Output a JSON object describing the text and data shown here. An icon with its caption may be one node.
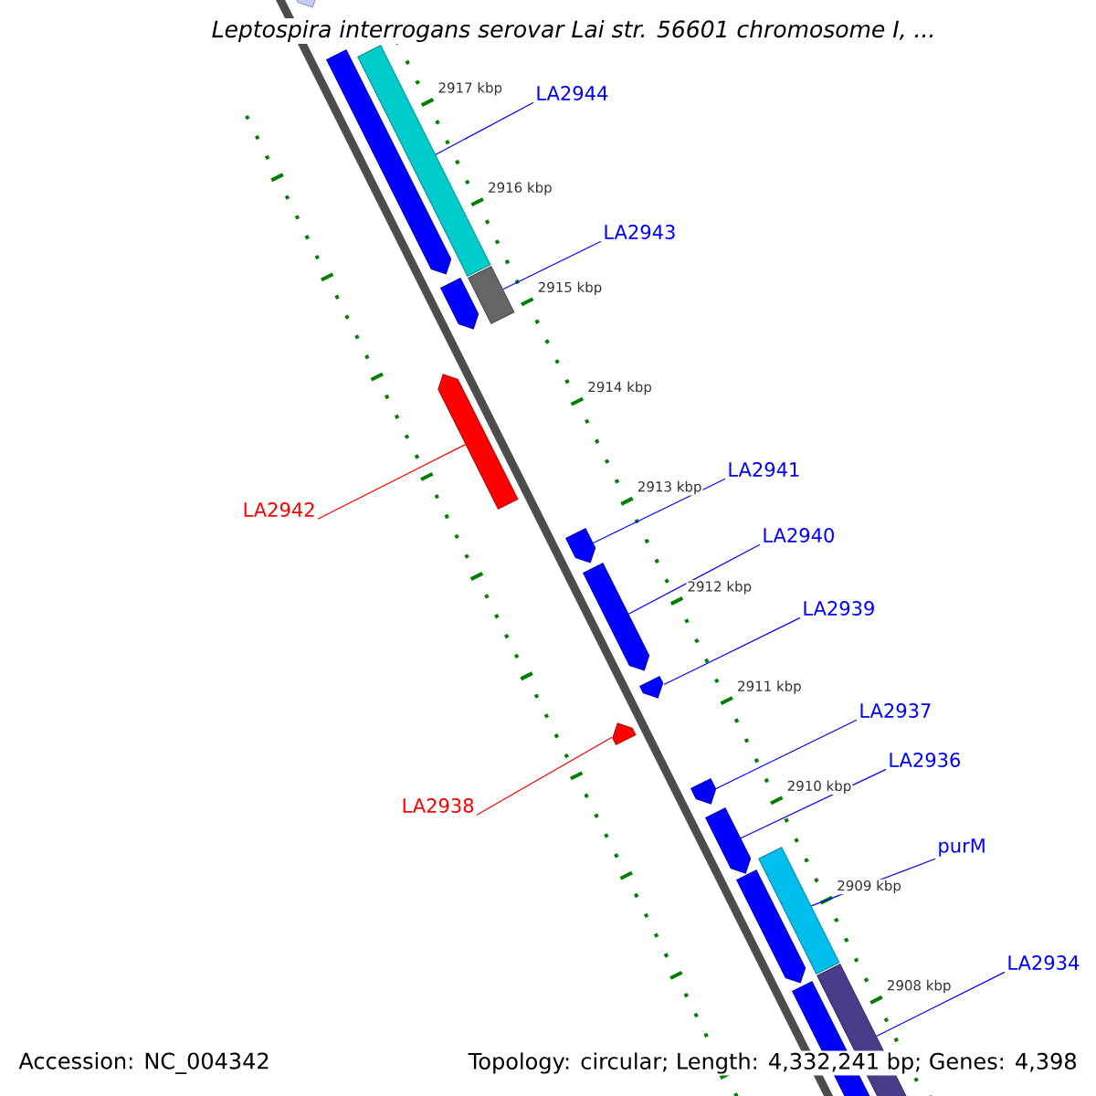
{
  "diagram": {
    "title": "*Leptospira interrogans* serovar Lai str. 56601 chromosome I, ...",
    "nodes": [
      {
        "text": [],
        "shape": "arrow"
      },
      {
        "text": [],
        "shape": "arrow"
      },
      {
        "text": [],
        "shape": "bar"
      },
      {
        "text": [
          "LA2944"
        ]
      },
      {
        "text": [
          "LA2943"
        ]
      },
      {
        "text": [],
        "shape": "bar"
      },
      {
        "text": [],
        "shape": "arrow"
      },
      {
        "text": [],
        "shape": "arrow"
      },
      {
        "text": [
          "LA2942"
        ]
      },
      {
        "text": [
          "LA2941"
        ]
      },
      {
        "text": [],
        "shape": "arrow"
      },
      {
        "text": [
          "LA2940"
        ]
      },
      {
        "text": [],
        "shape": "arrow"
      },
      {
        "text": [
          "LA2939"
        ]
      },
      {
        "text": [],
        "shape": "arrow"
      },
      {
        "text": [],
        "shape": "arrow"
      },
      {
        "text": [
          "LA2938"
        ]
      },
      {
        "text": [
          "LA2937"
        ]
      },
      {
        "text": [],
        "shape": "arrow"
      },
      {
        "text": [
          "LA2936"
        ]
      },
      {
        "text": [],
        "shape": "arrow"
      },
      {
        "text": [
          "purM"
        ]
      },
      {
        "text": [],
        "shape": "bar"
      },
      {
        "text": [],
        "shape": "arrow"
      },
      {
        "text": [
          "LA2934"
        ]
      },
      {
        "text": [],
        "shape": "bar"
      },
      {
        "text": [],
        "shape": "arrow"
      }
    ],
    "edges": [
      {
        "from": 3,
        "to": 2,
        "arrow": "none"
      },
      {
        "from": 4,
        "to": 5,
        "arrow": "none"
      },
      {
        "from": 8,
        "to": 7,
        "arrow": "none",
        "color": "#ff0000"
      },
      {
        "from": 9,
        "to": 10,
        "arrow": "none"
      },
      {
        "from": 11,
        "to": 12,
        "arrow": "none"
      },
      {
        "from": 13,
        "to": 14,
        "arrow": "none"
      },
      {
        "from": 16,
        "to": 15,
        "arrow": "none",
        "color": "#ff0000"
      },
      {
        "from": 17,
        "to": 18,
        "arrow": "none"
      },
      {
        "from": 19,
        "to": 20,
        "arrow": "none"
      },
      {
        "from": 21,
        "to": 22,
        "arrow": "none"
      },
      {
        "from": 24,
        "to": 25,
        "arrow": "none"
      }
    ],
    "labels": [
      "2917 kbp",
      "2916 kbp",
      "2915 kbp",
      "2914 kbp",
      "2913 kbp",
      "2912 kbp",
      "2911 kbp",
      "2910 kbp",
      "2909 kbp",
      "2908 kbp",
      "Accession: NC_004342",
      "Topology: circular; Length: 4,332,241 bp; Genes: 4,398"
    ]
  }
}
